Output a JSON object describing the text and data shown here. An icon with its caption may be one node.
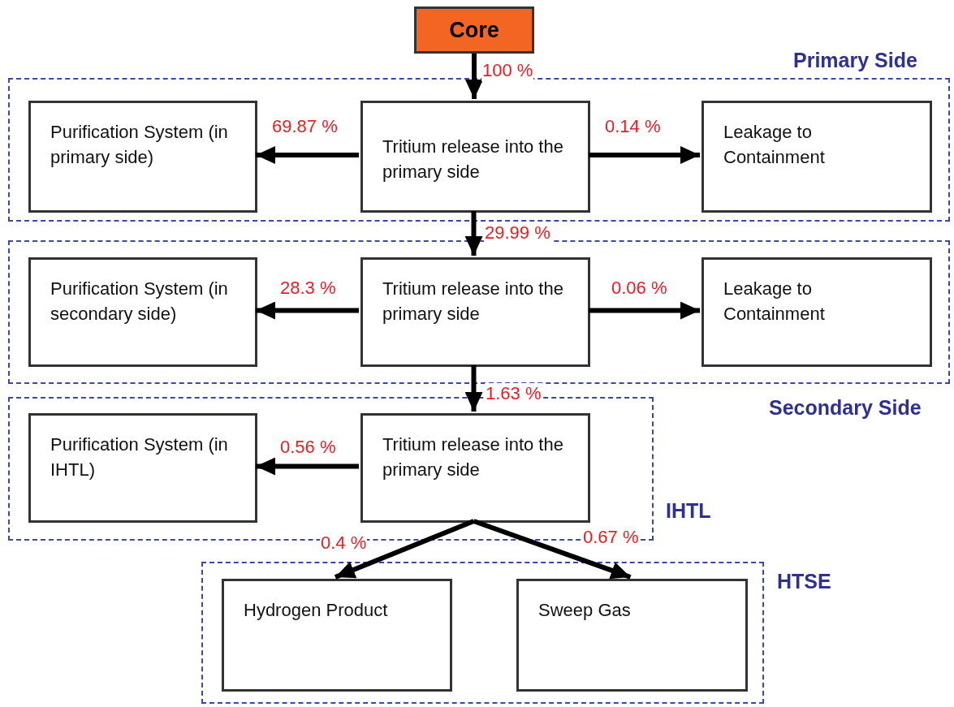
{
  "diagram": {
    "nodes": [
      {
        "text": [
          "Core"
        ]
      },
      {
        "text": [
          "Primary Side"
        ]
      },
      {
        "text": [
          "Purification System (in primary side)"
        ],
        "in": 1
      },
      {
        "text": [
          "Tritium release into the primary side"
        ],
        "in": 1
      },
      {
        "text": [
          "Leakage to Containment"
        ],
        "in": 1
      },
      {
        "text": [
          "Secondary Side"
        ]
      },
      {
        "text": [
          "Purification System (in secondary side)"
        ],
        "in": 5
      },
      {
        "text": [
          "Tritium release into the primary side"
        ],
        "in": 5
      },
      {
        "text": [
          "Leakage to Containment"
        ],
        "in": 5
      },
      {
        "text": [
          "IHTL"
        ]
      },
      {
        "text": [
          "Purification System (in IHTL)"
        ],
        "in": 9
      },
      {
        "text": [
          "Tritium release into the primary side"
        ],
        "in": 9
      },
      {
        "text": [
          "HTSE"
        ]
      },
      {
        "text": [
          "Hydrogen Product"
        ],
        "in": 12
      },
      {
        "text": [
          "Sweep Gas"
        ],
        "in": 12
      }
    ],
    "edges": [
      {
        "from": 0,
        "to": 3,
        "arrow": "to",
        "label": "100 %"
      },
      {
        "from": 3,
        "to": 2,
        "arrow": "to",
        "label": "69.87 %"
      },
      {
        "from": 3,
        "to": 4,
        "arrow": "to",
        "label": "0.14 %"
      },
      {
        "from": 3,
        "to": 7,
        "arrow": "to",
        "label": "29.99 %"
      },
      {
        "from": 7,
        "to": 6,
        "arrow": "to",
        "label": "28.3 %"
      },
      {
        "from": 7,
        "to": 8,
        "arrow": "to",
        "label": "0.06 %"
      },
      {
        "from": 7,
        "to": 11,
        "arrow": "to",
        "label": "1.63 %"
      },
      {
        "from": 11,
        "to": 10,
        "arrow": "to",
        "label": "0.56 %"
      },
      {
        "from": 11,
        "to": 13,
        "arrow": "to",
        "label": "0.4 %"
      },
      {
        "from": 11,
        "to": 14,
        "arrow": "to",
        "label": "0.67 %"
      }
    ]
  }
}
